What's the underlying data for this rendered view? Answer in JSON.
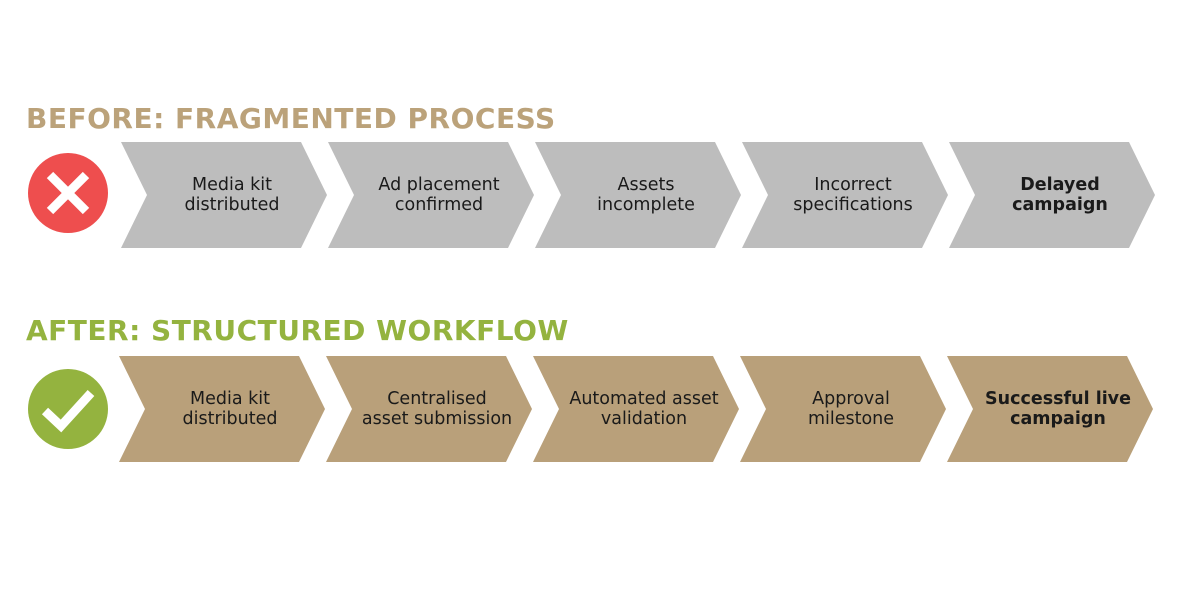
{
  "colors": {
    "before_title": "#BBA27A",
    "after_title": "#94B33F",
    "before_chevron": "#BDBDBD",
    "after_chevron": "#B9A07A",
    "fail_icon": "#EE4E4E",
    "success_icon": "#94B33F",
    "icon_mark": "#FFFFFF"
  },
  "before": {
    "title": "BEFORE: FRAGMENTED PROCESS",
    "icon": "cross-icon",
    "steps": [
      {
        "label": "Media kit\ndistributed",
        "emphasis": false
      },
      {
        "label": "Ad placement\nconfirmed",
        "emphasis": false
      },
      {
        "label": "Assets\nincomplete",
        "emphasis": false
      },
      {
        "label": "Incorrect\nspecifications",
        "emphasis": false
      },
      {
        "label": "Delayed\ncampaign",
        "emphasis": true
      }
    ]
  },
  "after": {
    "title": "AFTER: STRUCTURED WORKFLOW",
    "icon": "checkmark-icon",
    "steps": [
      {
        "label": "Media kit\ndistributed",
        "emphasis": false
      },
      {
        "label": "Centralised\nasset submission",
        "emphasis": false
      },
      {
        "label": "Automated asset\nvalidation",
        "emphasis": false
      },
      {
        "label": "Approval\nmilestone",
        "emphasis": false
      },
      {
        "label": "Successful live\ncampaign",
        "emphasis": true
      }
    ]
  }
}
